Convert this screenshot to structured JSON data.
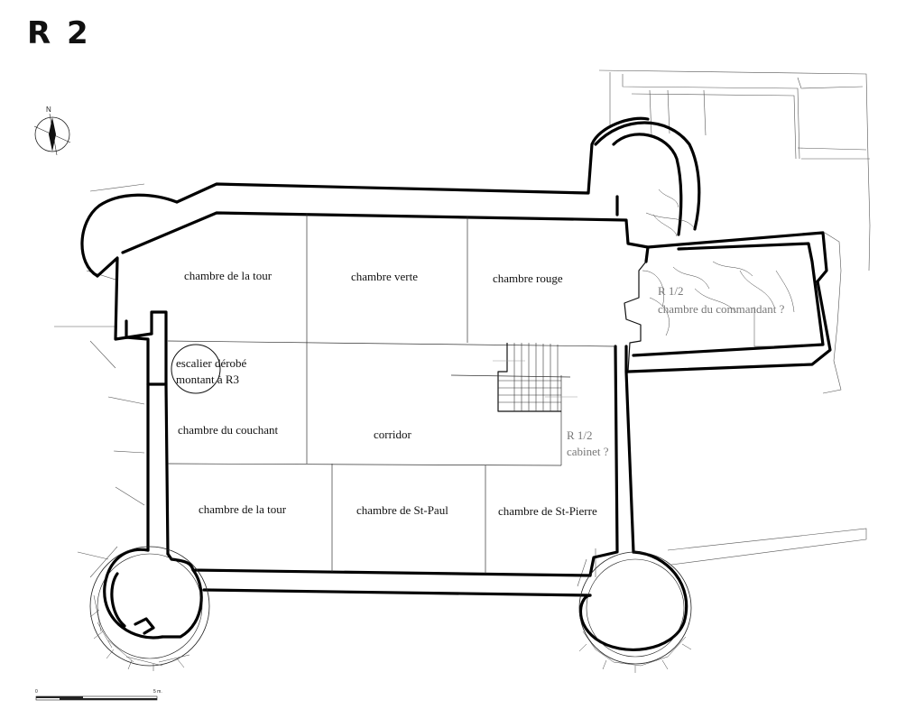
{
  "plan": {
    "title": "R 2",
    "compass": {
      "north_label": "N",
      "icon": "north-arrow-icon"
    },
    "scale": {
      "start_label": "0",
      "end_label": "5 m."
    },
    "rooms": [
      {
        "id": "chambre-tour-nw",
        "label": "chambre de la tour"
      },
      {
        "id": "chambre-verte",
        "label": "chambre verte"
      },
      {
        "id": "chambre-rouge",
        "label": "chambre rouge"
      },
      {
        "id": "escalier",
        "lines": [
          "escalier dérobé",
          "montant à R3"
        ]
      },
      {
        "id": "chambre-couchant",
        "label": "chambre du couchant"
      },
      {
        "id": "corridor",
        "label": "corridor"
      },
      {
        "id": "cabinet",
        "lines": [
          "R 1/2",
          "cabinet ?"
        ]
      },
      {
        "id": "chambre-tour-sw",
        "label": "chambre de la tour"
      },
      {
        "id": "chambre-st-paul",
        "label": "chambre de St-Paul"
      },
      {
        "id": "chambre-st-pierre",
        "label": "chambre de St-Pierre"
      },
      {
        "id": "chambre-commandant",
        "lines": [
          "R 1/2",
          "chambre du commandant ?"
        ]
      }
    ],
    "colors": {
      "ink": "#000000",
      "annotation_grey": "#777777"
    }
  }
}
